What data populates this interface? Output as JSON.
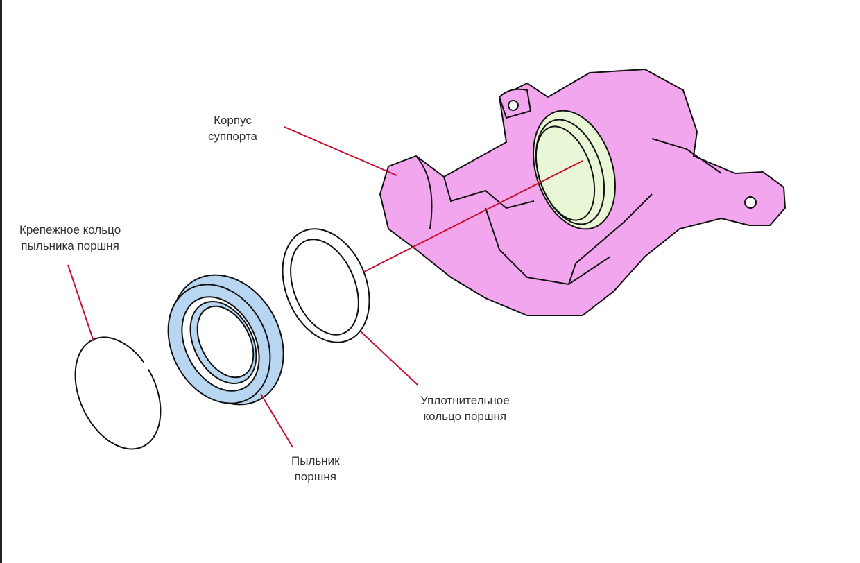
{
  "labels": {
    "caliper_body": [
      "Корпус",
      "суппорта"
    ],
    "dust_boot_ring": [
      "Крепежное кольцо",
      "пыльника поршня"
    ],
    "dust_boot": [
      "Пыльник",
      "поршня"
    ],
    "piston_seal": [
      "Уплотнительное",
      "кольцо поршня"
    ]
  },
  "colors": {
    "caliper": "#f2a6ee",
    "bore": "#eaf7d6",
    "dust_boot": "#b8d6f2",
    "leader": "#c8102e",
    "outline": "#111111"
  }
}
